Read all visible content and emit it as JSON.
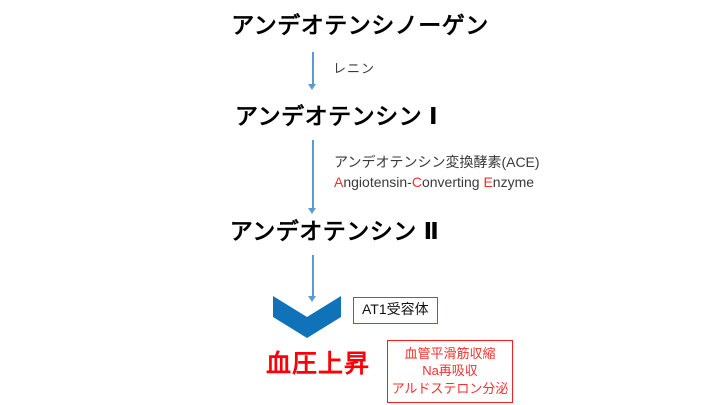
{
  "diagram": {
    "title_stage": "アンデオテンシノーゲン",
    "stages": [
      {
        "id": "angiotensinogen",
        "label": "アンデオテンシノーゲン"
      },
      {
        "id": "angiotensin-1",
        "label": "アンデオテンシン Ⅰ"
      },
      {
        "id": "angiotensin-2",
        "label": "アンデオテンシン Ⅱ"
      }
    ],
    "enzymes": {
      "renin": "レニン",
      "ace_japanese": "アンデオテンシン変換酵素(ACE)",
      "ace_english_parts": {
        "a": "A",
        "ngiotensin": "ngiotensin-",
        "c": "C",
        "onverting": "onverting ",
        "e": "E",
        "nzyme": "nzyme"
      },
      "ace_english_full": "Angiotensin-Converting Enzyme"
    },
    "receptor_box": {
      "label": "AT1受容体"
    },
    "outcome": {
      "label": "血圧上昇"
    },
    "effects_box": {
      "lines": [
        "血管平滑筋収縮",
        "Na再吸収",
        "アルドステロン分泌"
      ]
    },
    "colors": {
      "arrow_blue": "#5b9bd5",
      "chevron_blue": "#1072b8",
      "receptor_border_blue": "#2e74b5",
      "accent_red": "#ff2d2d",
      "outcome_red": "#fb0007",
      "text_black": "#000000",
      "text_gray": "#3a3a3a",
      "background": "#ffffff"
    }
  }
}
